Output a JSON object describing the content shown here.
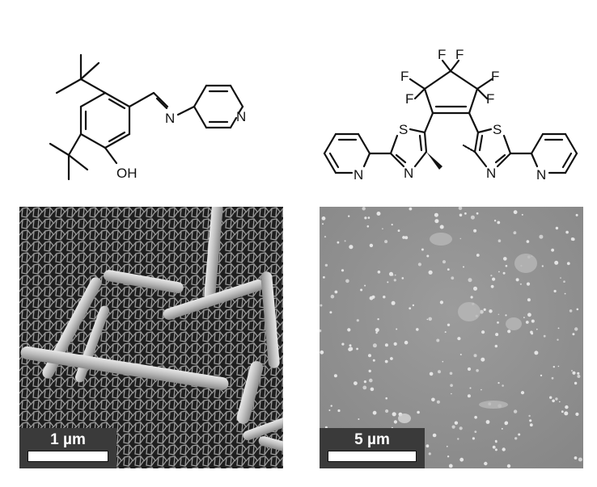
{
  "left_molecule": {
    "atoms": {
      "oh": "OH",
      "imine_n": "N",
      "pyridine_n": "N"
    }
  },
  "right_molecule": {
    "atoms": {
      "f1": "F",
      "f2": "F",
      "f3": "F",
      "f4": "F",
      "f5": "F",
      "f6": "F",
      "s_left": "S",
      "s_right": "S",
      "n_thiazole_left": "N",
      "n_thiazole_right": "N",
      "n_pyridine_left": "N",
      "n_pyridine_right": "N"
    }
  },
  "sem_left": {
    "scale_label": "1 µm",
    "image_type": "sem-rods-on-porous-substrate"
  },
  "sem_right": {
    "scale_label": "5 µm",
    "image_type": "sem-particles-on-smooth-substrate"
  },
  "colors": {
    "scalebox": "#3a3a3a",
    "scalebar": "#ffffff",
    "bond": "#111111"
  }
}
